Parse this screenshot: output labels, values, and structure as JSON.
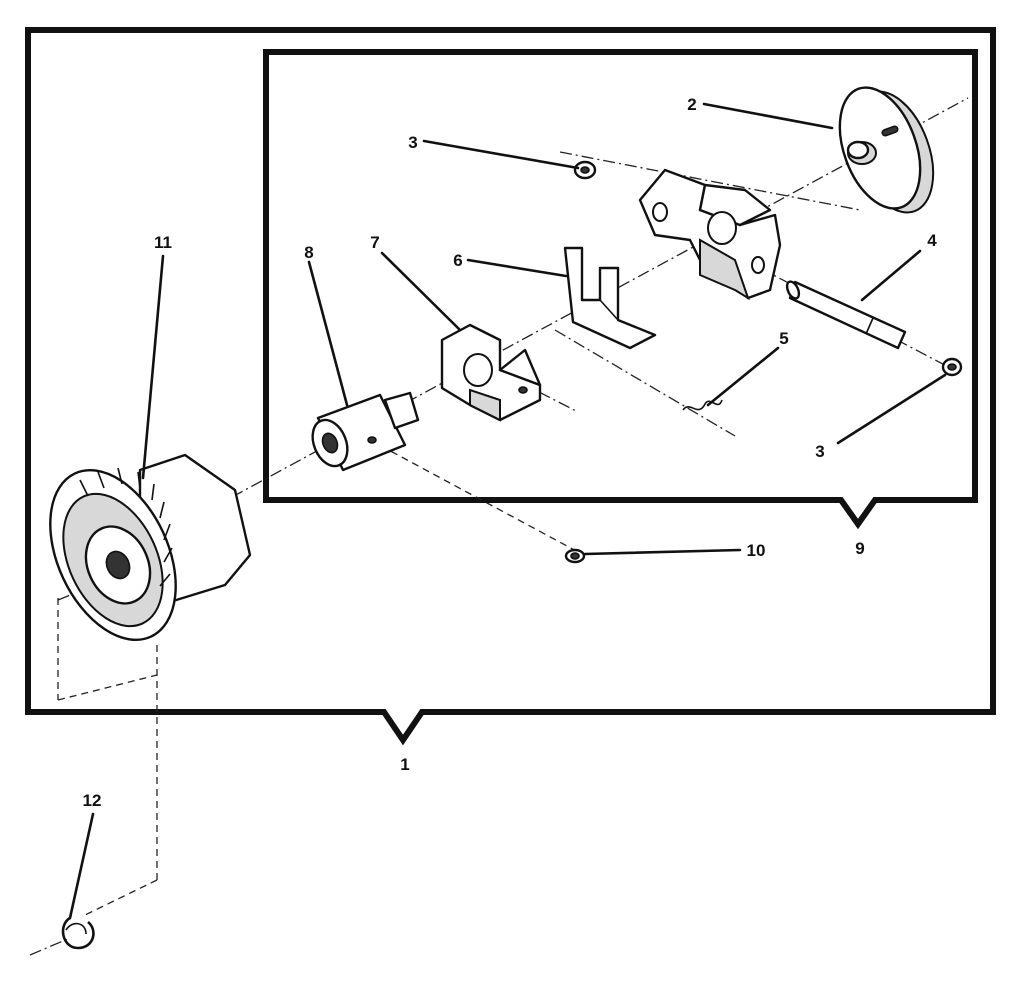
{
  "callouts": {
    "assembly": "1",
    "pulley": "2",
    "screw_top": "3",
    "screw_bottom": "3",
    "pin": "4",
    "spring": "5",
    "clip": "6",
    "block": "7",
    "collar": "8",
    "subassembly": "9",
    "set_screw": "10",
    "knob": "11",
    "retaining_ring": "12"
  }
}
